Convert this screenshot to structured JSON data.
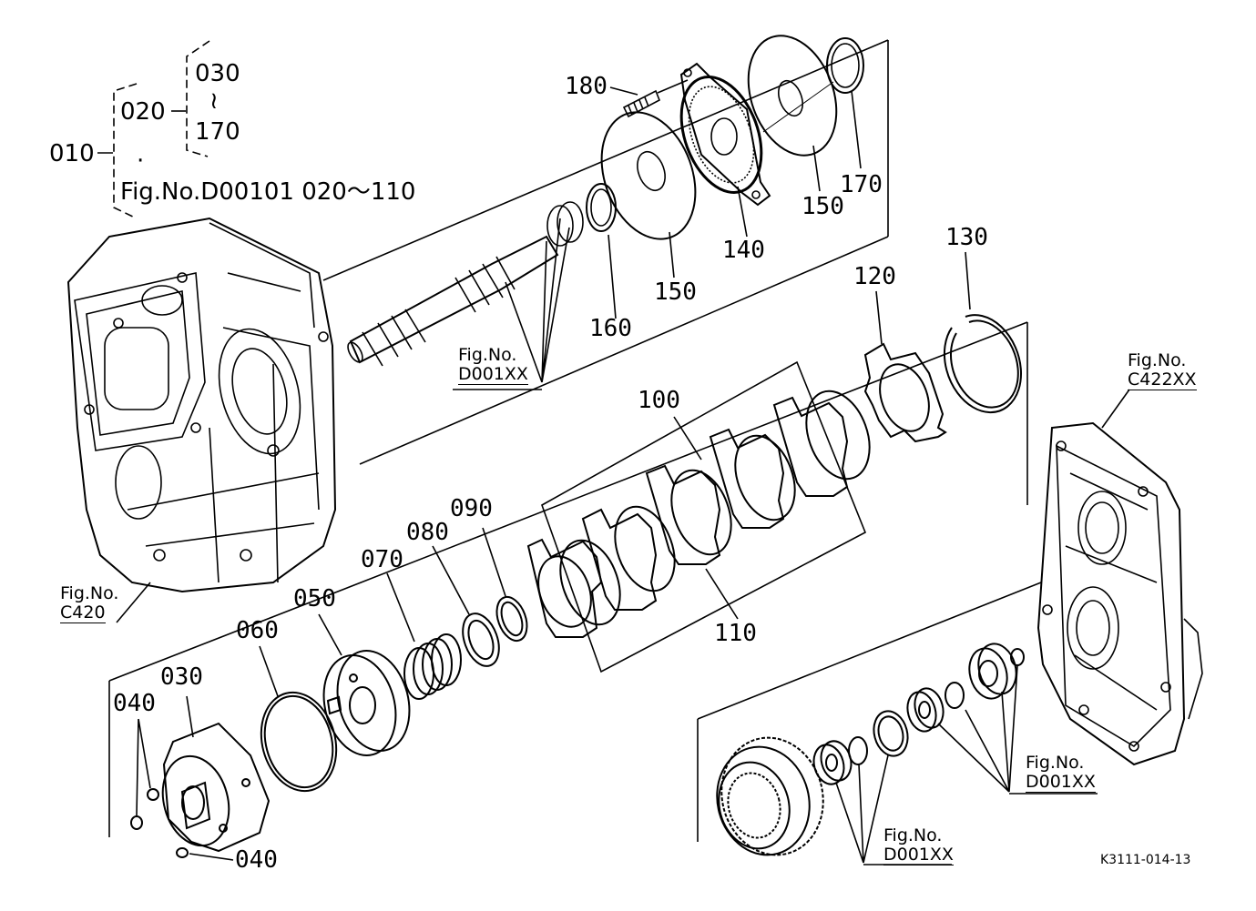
{
  "tree": {
    "root": "010",
    "child": "020",
    "range_start": "030",
    "range_sep": "≀",
    "range_end": "170",
    "dot": "·",
    "ref_line": "Fig.No.D00101  020～110"
  },
  "parts": {
    "p180": "180",
    "p170": "170",
    "p150a": "150",
    "p150b": "150",
    "p140": "140",
    "p160": "160",
    "p130": "130",
    "p120": "120",
    "p100": "100",
    "p110": "110",
    "p090": "090",
    "p080": "080",
    "p070": "070",
    "p050": "050",
    "p060": "060",
    "p030": "030",
    "p040a": "040",
    "p040b": "040"
  },
  "fig_refs": {
    "shaft": {
      "label": "Fig.No.",
      "number": "D001XX"
    },
    "case_left": {
      "label": "Fig.No.",
      "number": "C420"
    },
    "case_right": {
      "label": "Fig.No.",
      "number": "C422XX"
    },
    "bearings_right": {
      "label": "Fig.No.",
      "number": "D001XX"
    },
    "gear_bearings": {
      "label": "Fig.No.",
      "number": "D001XX"
    }
  },
  "drawing_code": "K3111-014-13"
}
